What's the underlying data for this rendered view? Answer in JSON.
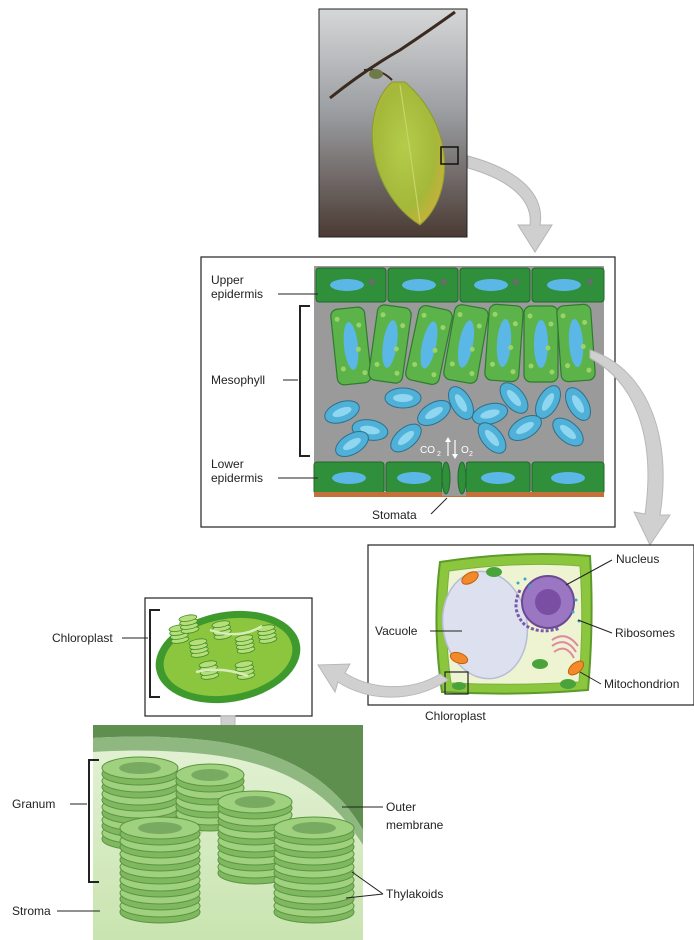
{
  "labels": {
    "upper_epidermis_1": "Upper",
    "upper_epidermis_2": "epidermis",
    "mesophyll": "Mesophyll",
    "lower_epidermis_1": "Lower",
    "lower_epidermis_2": "epidermis",
    "stomata": "Stomata",
    "co2_main": "CO",
    "co2_sub": "2",
    "o2_main": "O",
    "o2_sub": "2",
    "nucleus": "Nucleus",
    "vacuole": "Vacuole",
    "ribosomes": "Ribosomes",
    "mitochondrion": "Mitochondrion",
    "chloroplast_cell": "Chloroplast",
    "chloroplast_detail": "Chloroplast",
    "granum": "Granum",
    "stroma": "Stroma",
    "outer_membrane_1": "Outer",
    "outer_membrane_2": "membrane",
    "thylakoids": "Thylakoids"
  },
  "colors": {
    "epidermis_green": "#2f8f3a",
    "mesophyll_green": "#5cb34a",
    "nucleus_blue": "#5bb7e6",
    "cell_wall_green": "#8cc63f",
    "vacuole_lavender": "#dde0ef",
    "nucleus_purple": "#7a4fa3",
    "stroma_green": "#c8e6a8",
    "thylakoid_green": "#9fd17f",
    "arrow_gray": "#c8c8c8"
  }
}
